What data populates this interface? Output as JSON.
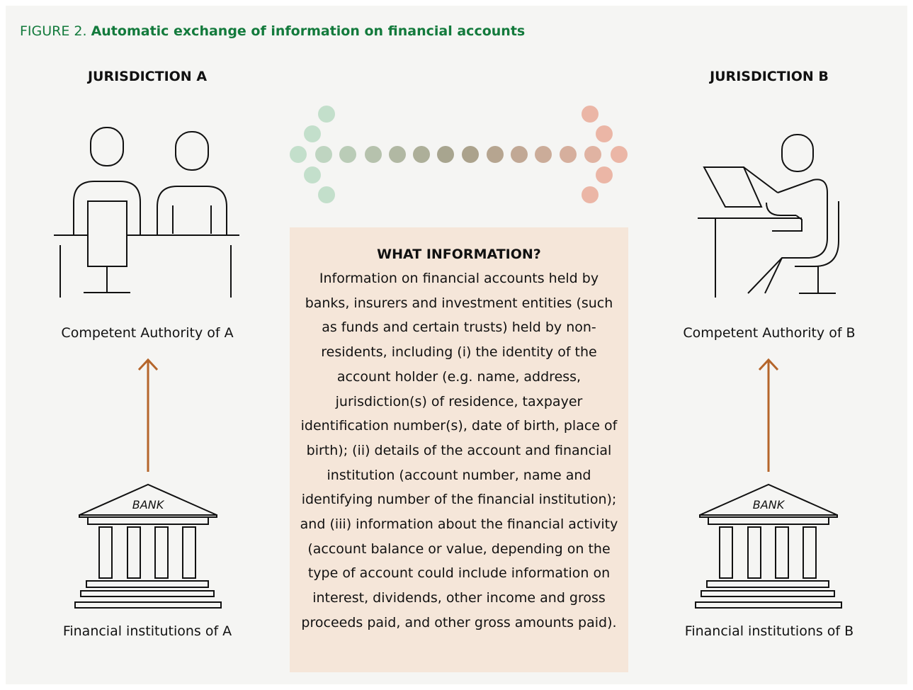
{
  "figure": {
    "prefix": "FIGURE 2. ",
    "title": "Automatic exchange of information on financial accounts"
  },
  "jurisdiction_a": {
    "heading": "JURISDICTION A",
    "authority_label": "Competent Authority of A",
    "institutions_label": "Financial institutions of A",
    "bank_text": "BANK"
  },
  "jurisdiction_b": {
    "heading": "JURISDICTION B",
    "authority_label": "Competent Authority of B",
    "institutions_label": "Financial institutions of B",
    "bank_text": "BANK"
  },
  "info_box": {
    "title": "WHAT INFORMATION?",
    "body": "Information on financial accounts held by banks, insurers and investment entities (such as funds and certain trusts) held by non-residents, including (i) the identity of the account holder (e.g. name, address, jurisdiction(s) of residence, taxpayer identification number(s), date of birth, place of birth); (ii) details of the account and financial institution (account number, name and identifying number of the financial institution); and (iii) information about the financial activity (account balance or value, depending on the type of account could include information on interest, dividends, other income and gross proceeds paid, and other gross amounts paid)."
  },
  "colors": {
    "title_green": "#137a3c",
    "arrow_orange": "#b5652a",
    "dot_green": "#c3dfcb",
    "dot_pink": "#ebb6a6",
    "box_fill": "#f5e6d9"
  },
  "icons": [
    "meeting-people-icon",
    "bank-building-icon",
    "person-at-laptop-icon",
    "exchange-arrow-icon",
    "up-arrow-icon"
  ]
}
